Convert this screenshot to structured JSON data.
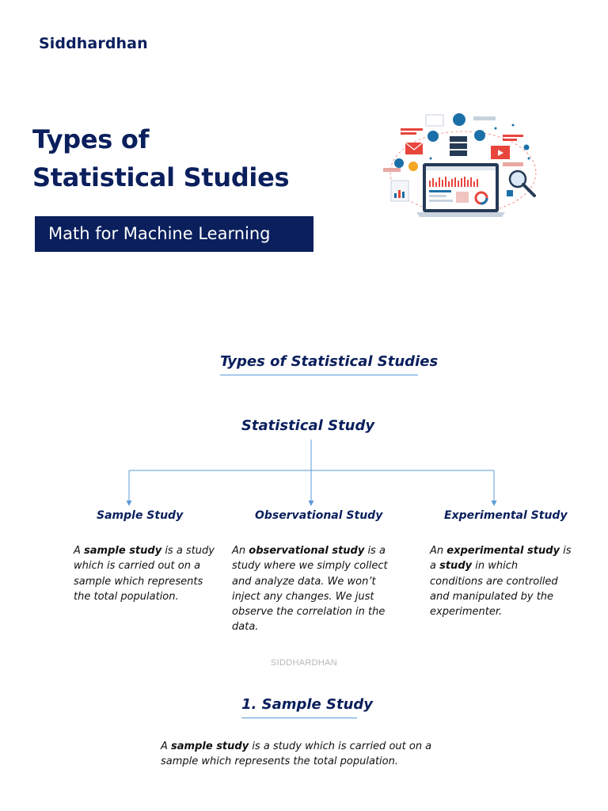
{
  "header": {
    "brand": "Siddhardhan",
    "title_line1": "Types of",
    "title_line2": "Statistical Studies",
    "subtitle": "Math for Machine Learning"
  },
  "illustration": {
    "icon": "data-analytics-laptop-illustration",
    "accent_colors": [
      "#e8453c",
      "#1b6fa8",
      "#253a55",
      "#f5a623"
    ]
  },
  "section": {
    "heading": "Types of Statistical Studies",
    "root_node": "Statistical Study",
    "columns": [
      {
        "title": "Sample Study",
        "p1": "A ",
        "b1": "sample study",
        "p2": " is a study which is carried out on a sample which represents the total population."
      },
      {
        "title": "Observational Study",
        "p1": "An ",
        "b1": "observational study",
        "p2": " is a study where we simply collect and analyze data. We won’t inject any changes. We just observe the correlation in the data."
      },
      {
        "title": "Experimental Study",
        "p1": "An ",
        "b1": "experimental study",
        "p2": " is a ",
        "b2": "study",
        "p3": " in which conditions are controlled and manipulated by the experimenter."
      }
    ]
  },
  "watermark": "SIDDHARDHAN",
  "sample_section": {
    "heading": "1. Sample Study",
    "p1": "A ",
    "b1": "sample study",
    "p2": " is a study which is carried out on a sample which represents the total population."
  },
  "colors": {
    "navy": "#0a1f5c",
    "connector": "#5b9bd5"
  }
}
